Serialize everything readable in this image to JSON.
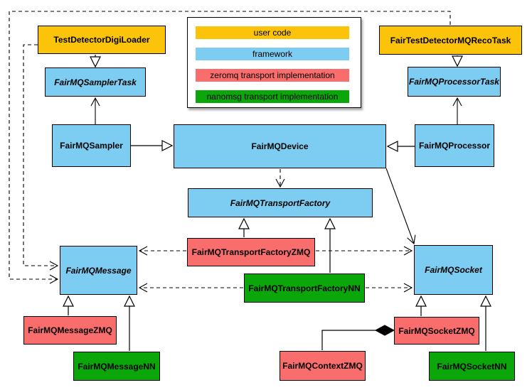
{
  "diagram": {
    "type": "uml-class-diagram",
    "colors": {
      "user_code": "#fcc30b",
      "framework": "#7ccdf1",
      "zeromq": "#fa6d6d",
      "nanomsg": "#0aa60a",
      "line": "#000000",
      "background": "#ffffff"
    },
    "legend": {
      "items": [
        {
          "label": "user code",
          "color": "#fcc30b"
        },
        {
          "label": "framework",
          "color": "#7ccdf1"
        },
        {
          "label": "zeromq transport implementation",
          "color": "#fa6d6d"
        },
        {
          "label": "nanomsg transport implementation",
          "color": "#0aa60a"
        }
      ]
    },
    "classes": {
      "test_detector_digi_loader": {
        "label": "TestDetectorDigiLoader",
        "category": "user code",
        "abstract": false
      },
      "fair_test_detector_mq_reco_task": {
        "label": "FairTestDetectorMQRecoTask",
        "category": "user code",
        "abstract": false
      },
      "fairmq_sampler_task": {
        "label": "FairMQSamplerTask",
        "category": "framework",
        "abstract": true
      },
      "fairmq_processor_task": {
        "label": "FairMQProcessorTask",
        "category": "framework",
        "abstract": true
      },
      "fairmq_sampler": {
        "label": "FairMQSampler",
        "category": "framework",
        "abstract": false
      },
      "fairmq_device": {
        "label": "FairMQDevice",
        "category": "framework",
        "abstract": false
      },
      "fairmq_processor": {
        "label": "FairMQProcessor",
        "category": "framework",
        "abstract": false
      },
      "fairmq_transport_factory": {
        "label": "FairMQTransportFactory",
        "category": "framework",
        "abstract": true
      },
      "fairmq_transport_factory_zmq": {
        "label": "FairMQTransportFactoryZMQ",
        "category": "zeromq transport implementation",
        "abstract": false
      },
      "fairmq_transport_factory_nn": {
        "label": "FairMQTransportFactoryNN",
        "category": "nanomsg transport implementation",
        "abstract": false
      },
      "fairmq_message": {
        "label": "FairMQMessage",
        "category": "framework",
        "abstract": true
      },
      "fairmq_socket": {
        "label": "FairMQSocket",
        "category": "framework",
        "abstract": true
      },
      "fairmq_message_zmq": {
        "label": "FairMQMessageZMQ",
        "category": "zeromq transport implementation",
        "abstract": false
      },
      "fairmq_message_nn": {
        "label": "FairMQMessageNN",
        "category": "nanomsg transport implementation",
        "abstract": false
      },
      "fairmq_socket_zmq": {
        "label": "FairMQSocketZMQ",
        "category": "zeromq transport implementation",
        "abstract": false
      },
      "fairmq_socket_nn": {
        "label": "FairMQSocketNN",
        "category": "nanomsg transport implementation",
        "abstract": false
      },
      "fairmq_context_zmq": {
        "label": "FairMQContextZMQ",
        "category": "zeromq transport implementation",
        "abstract": false
      }
    },
    "relations": [
      {
        "from": "TestDetectorDigiLoader",
        "to": "FairMQSamplerTask",
        "type": "inheritance",
        "style": "solid-hollow-triangle"
      },
      {
        "from": "FairTestDetectorMQRecoTask",
        "to": "FairMQProcessorTask",
        "type": "inheritance",
        "style": "solid-hollow-triangle"
      },
      {
        "from": "FairMQSampler",
        "to": "FairMQSamplerTask",
        "type": "association",
        "style": "solid-open-arrow"
      },
      {
        "from": "FairMQProcessor",
        "to": "FairMQProcessorTask",
        "type": "association",
        "style": "solid-open-arrow"
      },
      {
        "from": "FairMQSampler",
        "to": "FairMQDevice",
        "type": "inheritance",
        "style": "solid-hollow-triangle"
      },
      {
        "from": "FairMQProcessor",
        "to": "FairMQDevice",
        "type": "inheritance",
        "style": "solid-hollow-triangle"
      },
      {
        "from": "FairMQDevice",
        "to": "FairMQTransportFactory",
        "type": "dependency",
        "style": "dashed-open-arrow"
      },
      {
        "from": "FairMQDevice",
        "to": "FairMQSocket",
        "type": "association",
        "style": "solid-open-arrow"
      },
      {
        "from": "FairMQTransportFactoryZMQ",
        "to": "FairMQTransportFactory",
        "type": "inheritance",
        "style": "solid-hollow-triangle"
      },
      {
        "from": "FairMQTransportFactoryNN",
        "to": "FairMQTransportFactory",
        "type": "inheritance",
        "style": "solid-hollow-triangle"
      },
      {
        "from": "FairMQTransportFactoryZMQ",
        "to": "FairMQMessage",
        "type": "dependency",
        "style": "dashed-open-arrow"
      },
      {
        "from": "FairMQTransportFactoryZMQ",
        "to": "FairMQSocket",
        "type": "dependency",
        "style": "dashed-open-arrow"
      },
      {
        "from": "FairMQTransportFactoryNN",
        "to": "FairMQMessage",
        "type": "dependency",
        "style": "dashed-open-arrow"
      },
      {
        "from": "FairMQTransportFactoryNN",
        "to": "FairMQSocket",
        "type": "dependency",
        "style": "dashed-open-arrow"
      },
      {
        "from": "TestDetectorDigiLoader",
        "to": "FairMQMessage",
        "type": "dependency",
        "style": "dashed-open-arrow"
      },
      {
        "from": "FairTestDetectorMQRecoTask",
        "to": "FairMQMessage",
        "type": "dependency",
        "style": "dashed-open-arrow"
      },
      {
        "from": "FairMQMessageZMQ",
        "to": "FairMQMessage",
        "type": "inheritance",
        "style": "solid-hollow-triangle"
      },
      {
        "from": "FairMQMessageNN",
        "to": "FairMQMessage",
        "type": "inheritance",
        "style": "solid-hollow-triangle"
      },
      {
        "from": "FairMQSocketZMQ",
        "to": "FairMQSocket",
        "type": "inheritance",
        "style": "solid-hollow-triangle"
      },
      {
        "from": "FairMQSocketNN",
        "to": "FairMQSocket",
        "type": "inheritance",
        "style": "solid-hollow-triangle"
      },
      {
        "from": "FairMQSocketZMQ",
        "to": "FairMQContextZMQ",
        "type": "composition",
        "style": "solid-filled-diamond"
      }
    ]
  }
}
